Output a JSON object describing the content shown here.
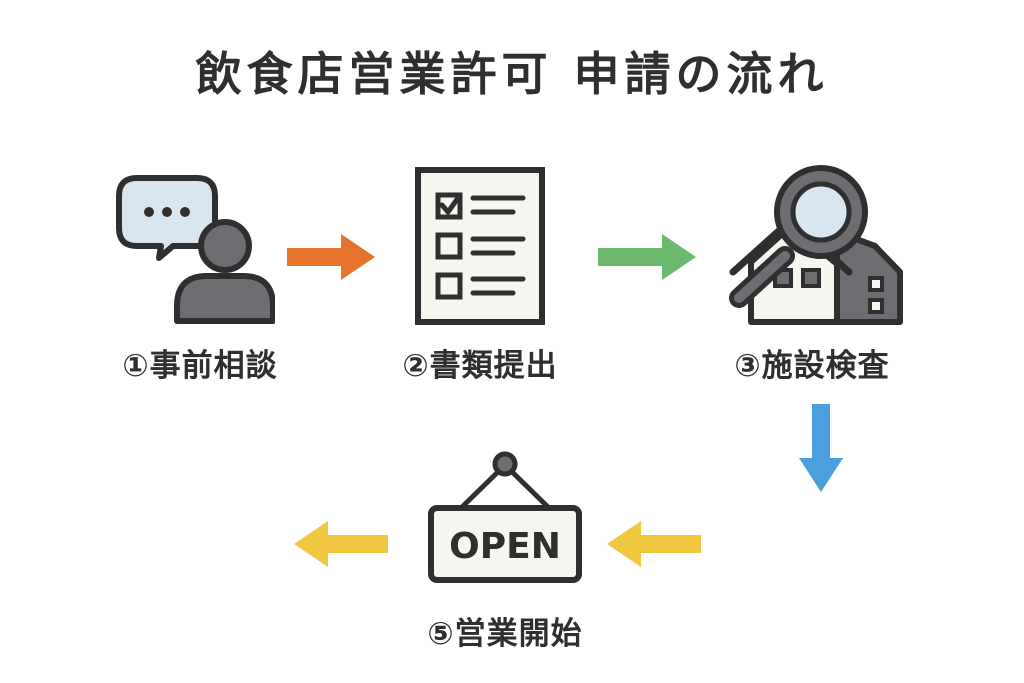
{
  "title": "飲食店営業許可 申請の流れ",
  "steps": [
    {
      "label": "①事前相談",
      "icon": "consultation-icon"
    },
    {
      "label": "②書類提出",
      "icon": "document-checklist-icon"
    },
    {
      "label": "③施設検査",
      "icon": "inspection-house-icon"
    },
    {
      "label": "⑤営業開始",
      "icon": "open-sign-icon",
      "sign_text": "OPEN"
    }
  ],
  "colors": {
    "arrow_1": "#e5732c",
    "arrow_2": "#6cb86d",
    "arrow_3": "#4a9fdc",
    "arrow_4": "#f0c741",
    "arrow_5": "#f0c741",
    "outline": "#2f2f2f",
    "person": "#6d6d72",
    "bubble": "#d9e6ef",
    "paper": "#f7f5ef"
  }
}
